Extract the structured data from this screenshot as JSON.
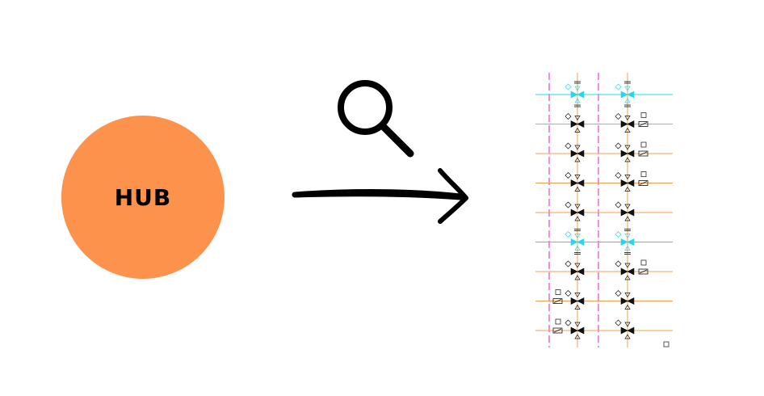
{
  "hub": {
    "label": "HUB",
    "color": "#fc924b"
  },
  "icons": {
    "zoom": "magnifier-icon",
    "flow": "arrow-right-icon"
  },
  "schematic": {
    "colors": {
      "riser": "#f0a050",
      "cyan": "#22d8ee",
      "magenta": "#ee44cc",
      "ink": "#111111"
    },
    "rows": [
      {
        "kind": "cyan",
        "left": "valve",
        "right": "valve"
      },
      {
        "kind": "orange",
        "left": "valve",
        "right": "valve-box"
      },
      {
        "kind": "orange",
        "left": "valve",
        "right": "valve-box"
      },
      {
        "kind": "orange",
        "left": "valve",
        "right": "valve-box"
      },
      {
        "kind": "orange",
        "left": "valve",
        "right": "valve"
      },
      {
        "kind": "cyan",
        "left": "valve",
        "right": "valve"
      },
      {
        "kind": "orange",
        "left": "valve",
        "right": "valve-box"
      },
      {
        "kind": "orange",
        "left": "box-valve",
        "right": "valve"
      },
      {
        "kind": "orange",
        "left": "box-valve",
        "right": "valve"
      }
    ]
  }
}
